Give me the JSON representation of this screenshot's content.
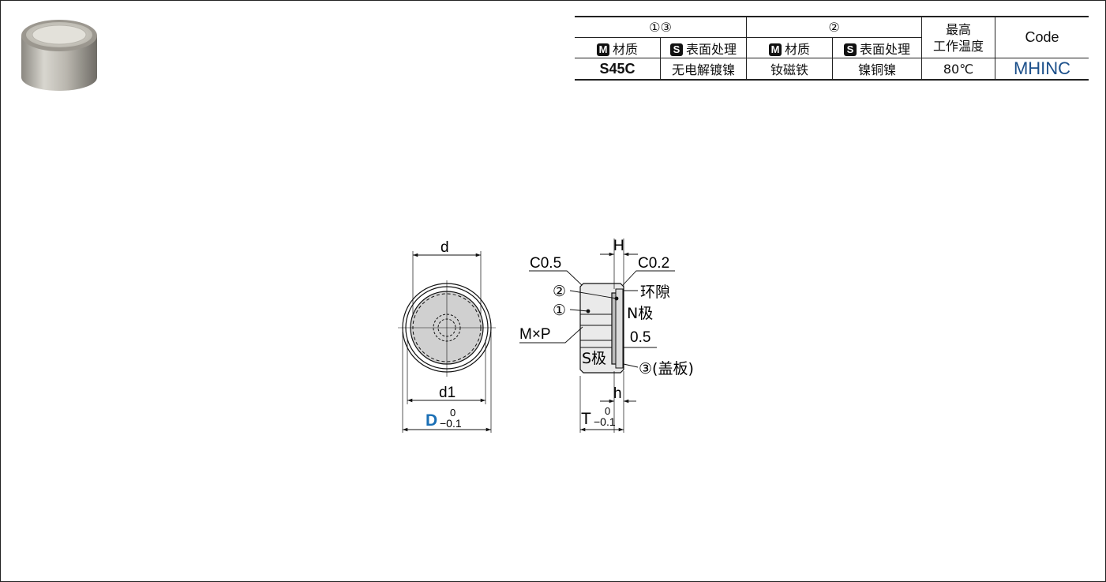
{
  "table": {
    "header": {
      "group1": "①③",
      "group2": "②",
      "max_temp_line1": "最高",
      "max_temp_line2": "工作温度",
      "code": "Code"
    },
    "subheader": {
      "badge_m": "M",
      "badge_s": "S",
      "material": "材质",
      "surface": "表面处理"
    },
    "row": {
      "material1": "S45C",
      "surface1": "无电解镀镍",
      "material2": "钕磁铁",
      "surface2": "镍铜镍",
      "temp": "80℃",
      "code": "MHINC"
    }
  },
  "drawing": {
    "front": {
      "d": "d",
      "d1": "d1",
      "D": "D",
      "tol_upper": "0",
      "tol_lower": "−0.1"
    },
    "side": {
      "H": "H",
      "C05": "C0.5",
      "C02": "C0.2",
      "ring_gap": "环隙",
      "circ2": "②",
      "circ1": "①",
      "N_pole": "N极",
      "MxP": "M×P",
      "dim05": "0.5",
      "S_pole": "S极",
      "circ3_cover": "③(盖板)",
      "h": "h",
      "T": "T",
      "tol_upper": "0",
      "tol_lower": "−0.1"
    }
  },
  "colors": {
    "code": "#1b4f8a",
    "D_label": "#1a6fb5",
    "magnet_fill": "#c9c9c9"
  }
}
